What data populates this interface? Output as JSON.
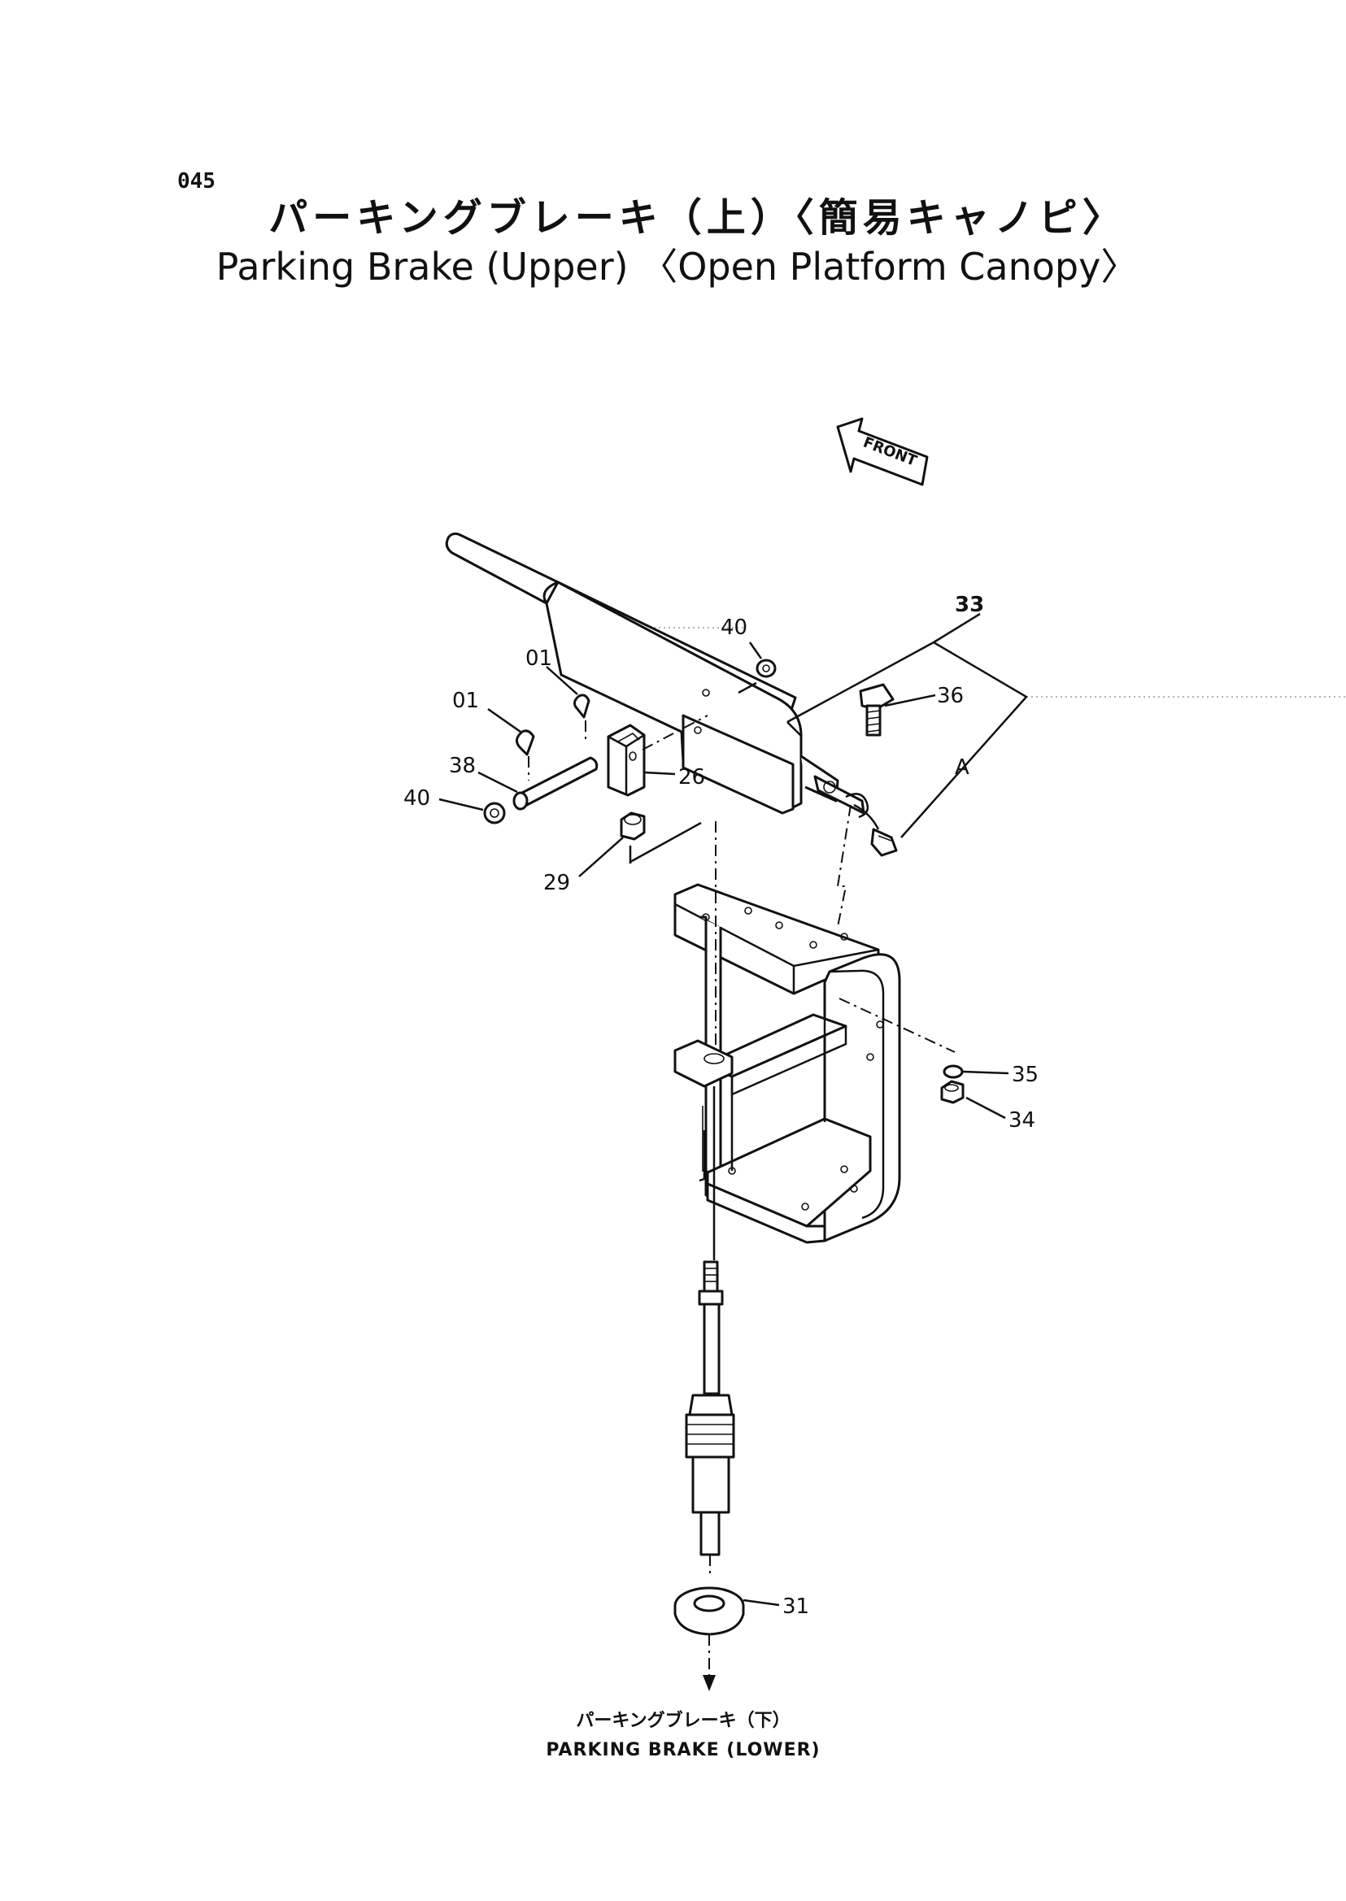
{
  "header": {
    "page_number": "045",
    "title_ja": "パーキングブレーキ（上）〈簡易キャノピ〉",
    "title_en": "Parking Brake (Upper) 〈Open Platform Canopy〉"
  },
  "diagram": {
    "front_label": "FRONT",
    "callouts": [
      "40",
      "33",
      "01",
      "01",
      "36",
      "38",
      "26",
      "A",
      "40",
      "29",
      "35",
      "34",
      "31"
    ]
  },
  "footer": {
    "continuation_ja": "パーキングブレーキ（下）",
    "continuation_en": "PARKING  BRAKE (LOWER)"
  }
}
